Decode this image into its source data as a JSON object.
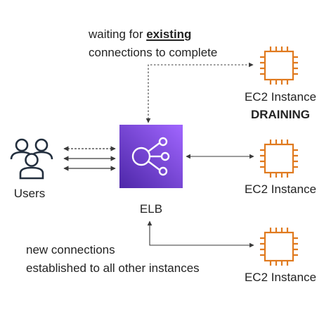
{
  "diagram": {
    "top_note": {
      "prefix": "waiting for ",
      "emphasis": "existing",
      "line2": "connections to complete"
    },
    "bottom_note": {
      "line1": "new connections",
      "line2": "established to all other instances"
    },
    "users": {
      "label": "Users"
    },
    "elb": {
      "label": "ELB",
      "color": "#7b2fd6"
    },
    "instances": [
      {
        "label": "EC2 Instance",
        "status": "DRAINING"
      },
      {
        "label": "EC2 Instance"
      },
      {
        "label": "EC2 Instance"
      }
    ],
    "chip_color": "#e07a1f"
  }
}
